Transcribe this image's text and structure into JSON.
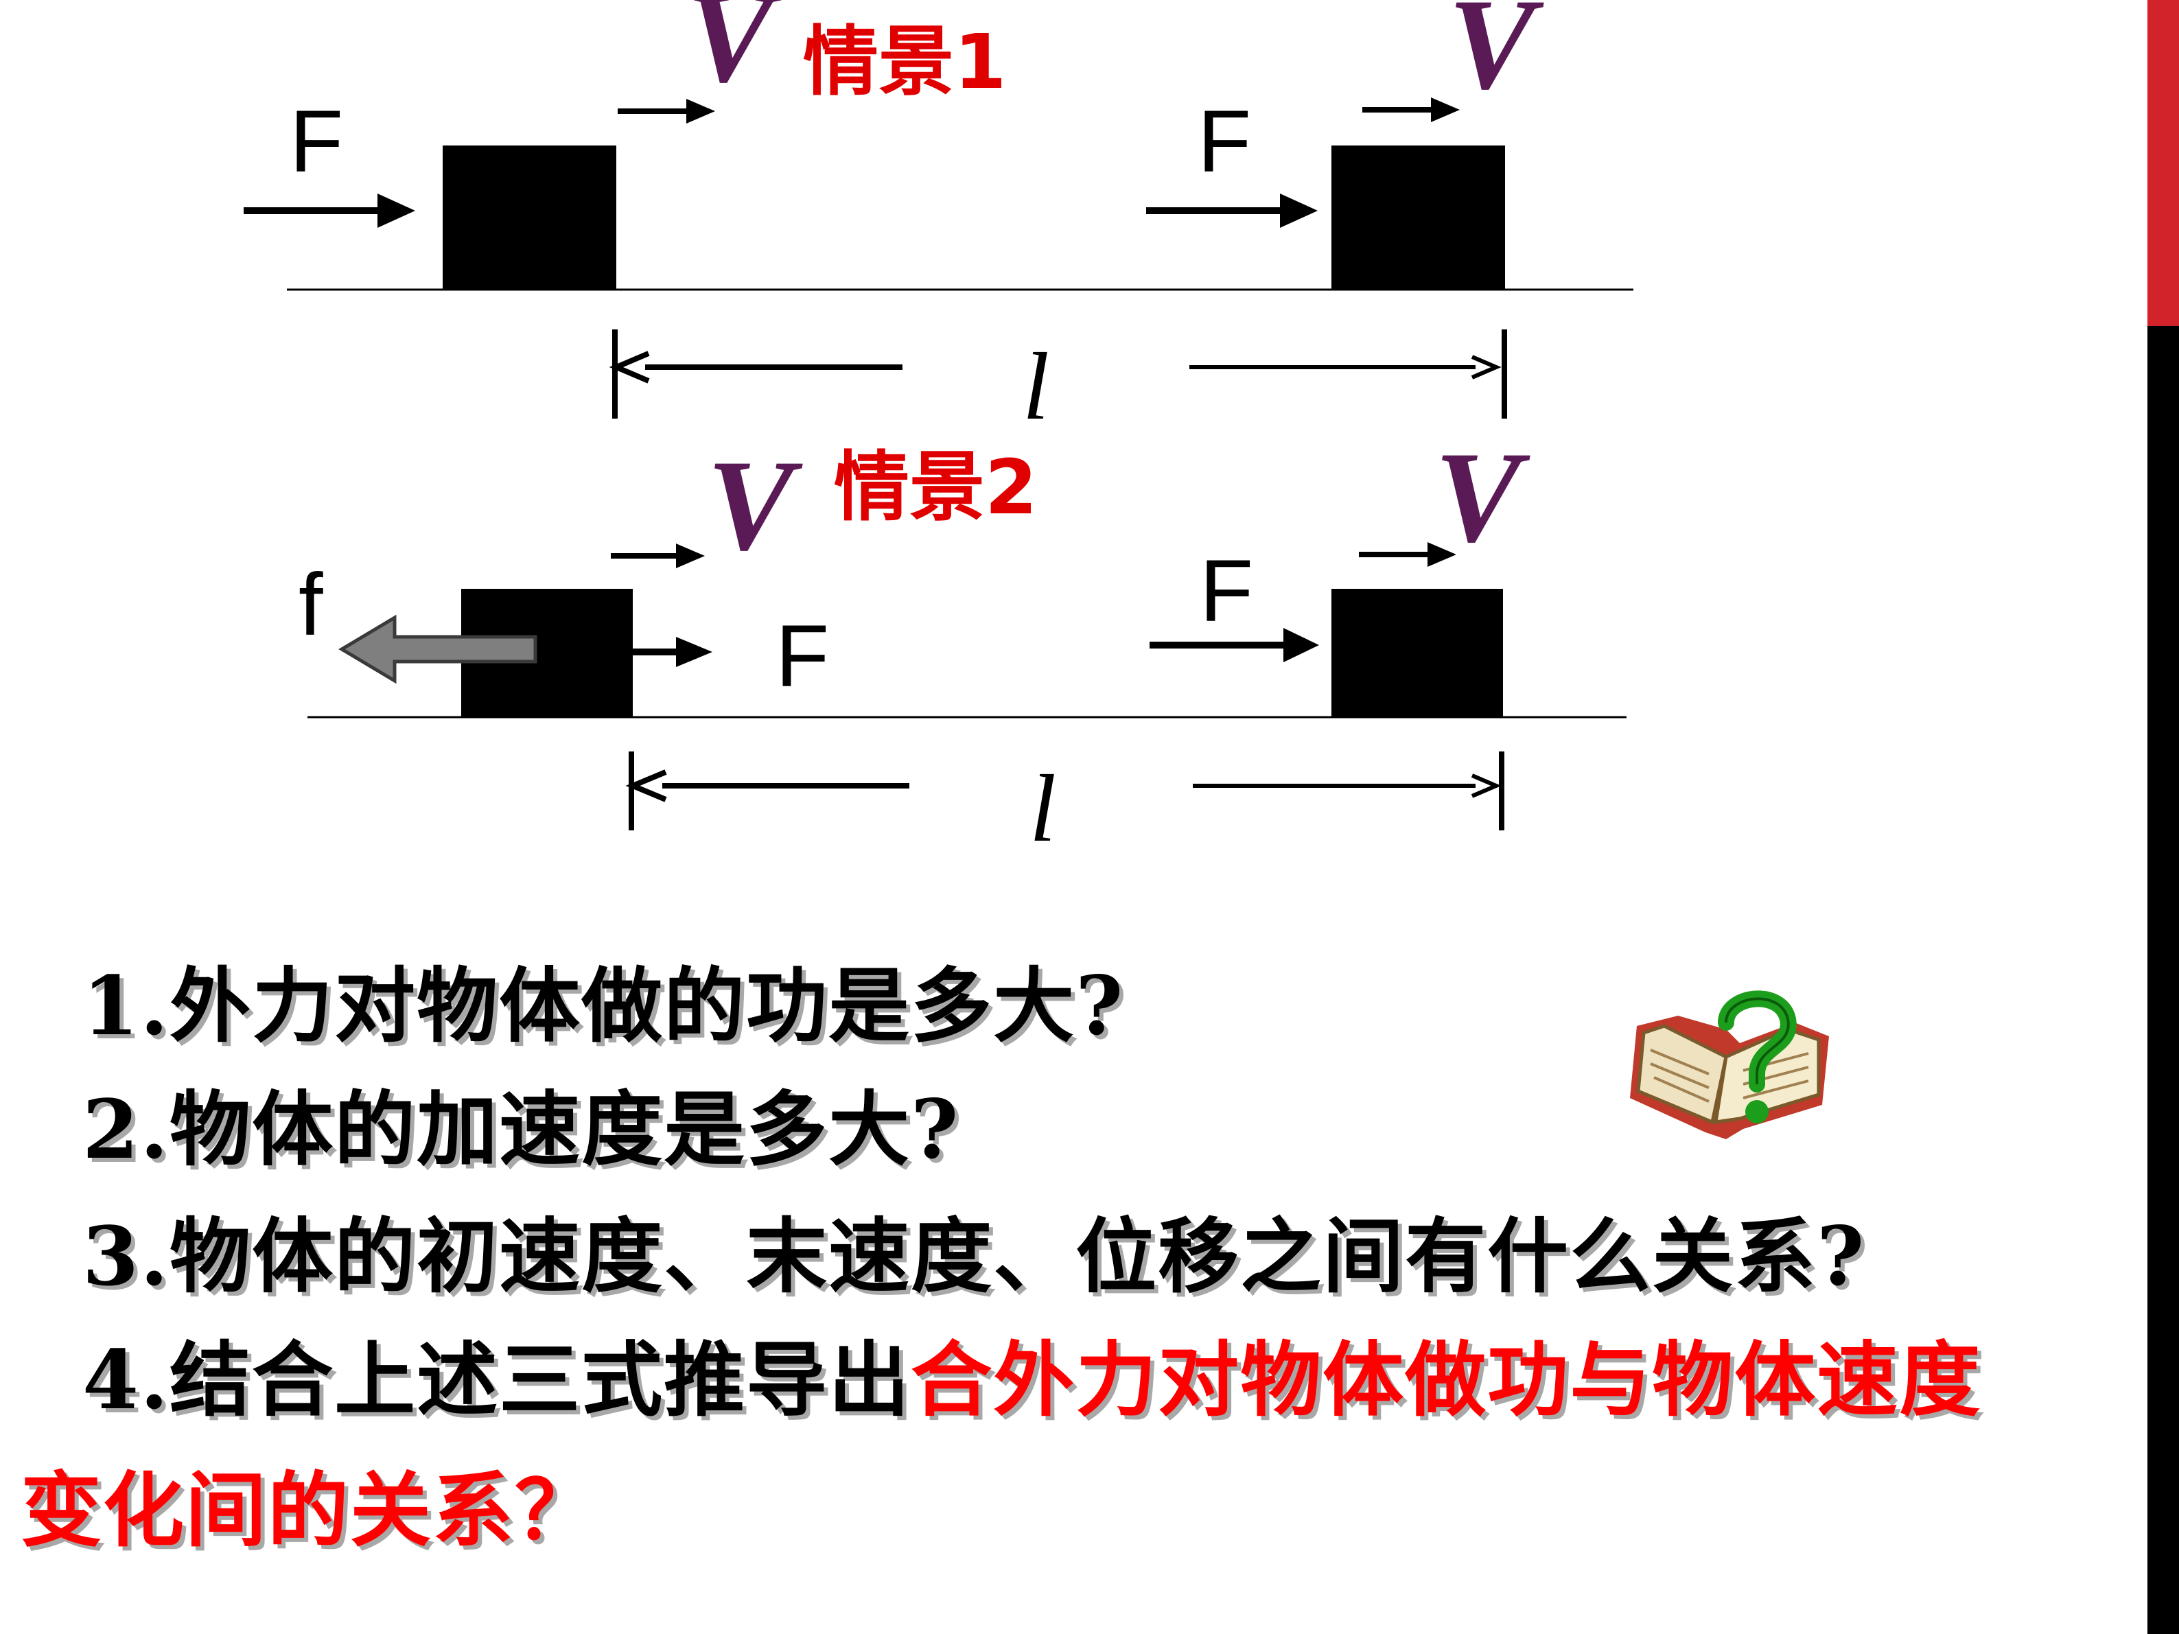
{
  "scene1": {
    "title": "情景1",
    "force_label": "F",
    "force_label_2": "F",
    "velocity_symbol": "V",
    "velocity_symbol_2": "V",
    "distance_label": "l"
  },
  "scene2": {
    "title": "情景2",
    "friction_label": "f",
    "force_label": "F",
    "force_label_2": "F",
    "velocity_symbol": "V",
    "velocity_symbol_2": "V",
    "distance_label": "l"
  },
  "questions": {
    "q1": "1.外力对物体做的功是多大?",
    "q2": "2.物体的加速度是多大?",
    "q3": "3.物体的初速度、末速度、位移之间有什么关系?",
    "q4_black": "4.结合上述三式推导出",
    "q4_red": "合外力对物体做功与物体速度",
    "q4_cont": "变化间的关系？"
  },
  "icons": {
    "book": "book-question-icon"
  },
  "colors": {
    "accent_red": "#ff0000",
    "sidebar_red": "#d3232a",
    "velocity_purple": "#5a1a55"
  }
}
